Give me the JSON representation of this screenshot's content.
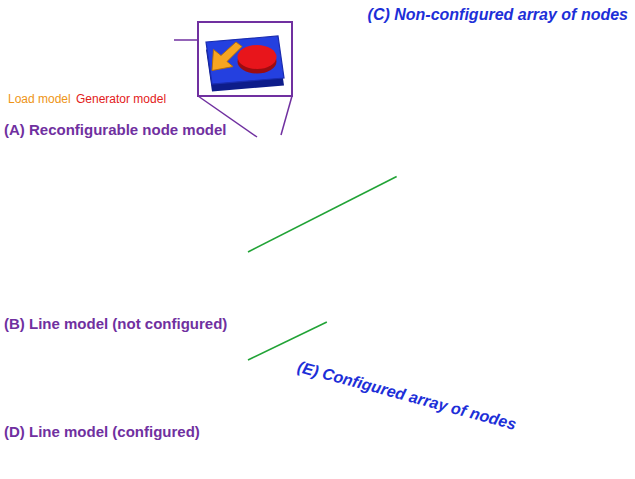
{
  "diagram": {
    "nodes": [
      {
        "text": [
          "(A) Reconfigurable node model",
          "Load model",
          "Generator model"
        ]
      },
      {
        "text": [
          "(C) Non-configured array of nodes"
        ]
      },
      {
        "text": [
          "(B) Line model (not configured)"
        ]
      },
      {
        "text": [
          "(D) Line model (configured)"
        ]
      },
      {
        "text": [
          "(E) Configured array of nodes"
        ]
      }
    ],
    "edges": [
      {
        "from": 2,
        "to": 1,
        "arrow": "none"
      },
      {
        "from": 3,
        "to": 4,
        "arrow": "none"
      }
    ]
  }
}
